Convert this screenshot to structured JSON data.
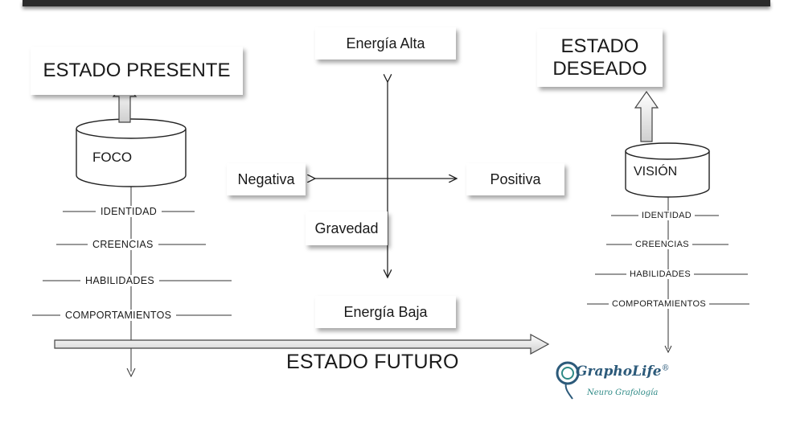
{
  "present": {
    "title": "ESTADO PRESENTE",
    "cylinder": "FOCO",
    "levels": [
      "IDENTIDAD",
      "CREENCIAS",
      "HABILIDADES",
      "COMPORTAMIENTOS"
    ]
  },
  "desired": {
    "title_line1": "ESTADO",
    "title_line2": "DESEADO",
    "cylinder": "VISIÓN",
    "levels": [
      "IDENTIDAD",
      "CREENCIAS",
      "HABILIDADES",
      "COMPORTAMIENTOS"
    ]
  },
  "axes": {
    "top": "Energía Alta",
    "bottom": "Energía Baja",
    "left": "Negativa",
    "right": "Positiva",
    "center": "Gravedad"
  },
  "future": "ESTADO FUTURO",
  "logo": {
    "main": "GraphoLife",
    "registered": "®",
    "sub": "Neuro Grafología"
  },
  "colors": {
    "logo_primary": "#2c5a7a",
    "logo_accent": "#2e8a86"
  }
}
